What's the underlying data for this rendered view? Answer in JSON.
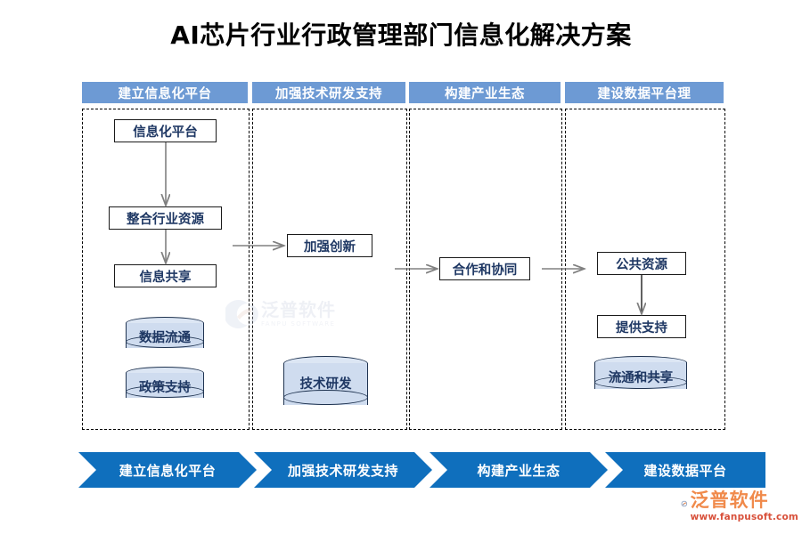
{
  "page": {
    "title": "AI芯片行业行政管理部门信息化解决方案",
    "background": "#ffffff"
  },
  "colors": {
    "header_bar": "#6d9ad4",
    "chevron": "#0f6fbd",
    "node_text": "#1F3864",
    "cylinder_fill": "#cfdcef",
    "cylinder_top": "#dce6f4",
    "cylinder_border": "#1F3350",
    "logo_orange": "#f08a4b",
    "logo_red": "#d8503a"
  },
  "columns": [
    {
      "header": "建立信息化平台",
      "nodes": [
        "信息化平台",
        "整合行业资源",
        "信息共享"
      ],
      "cylinders": [
        "数据流通",
        "政策支持"
      ]
    },
    {
      "header": "加强技术研发支持",
      "nodes": [
        "加强创新"
      ],
      "cylinders": [
        "技术研发"
      ]
    },
    {
      "header": "构建产业生态",
      "nodes": [
        "合作和协同"
      ],
      "cylinders": []
    },
    {
      "header": "建设数据平台理",
      "nodes": [
        "公共资源",
        "提供支持"
      ],
      "cylinders": [
        "流通和共享"
      ]
    }
  ],
  "chevrons": [
    "建立信息化平台",
    "加强技术研发支持",
    "构建产业生态",
    "建设数据平台"
  ],
  "watermark": {
    "brand": "泛普软件",
    "sub": "FANPU SOFTWARE"
  },
  "logo": {
    "brand": "泛普软件",
    "url": "www.fanpusoft.com"
  }
}
